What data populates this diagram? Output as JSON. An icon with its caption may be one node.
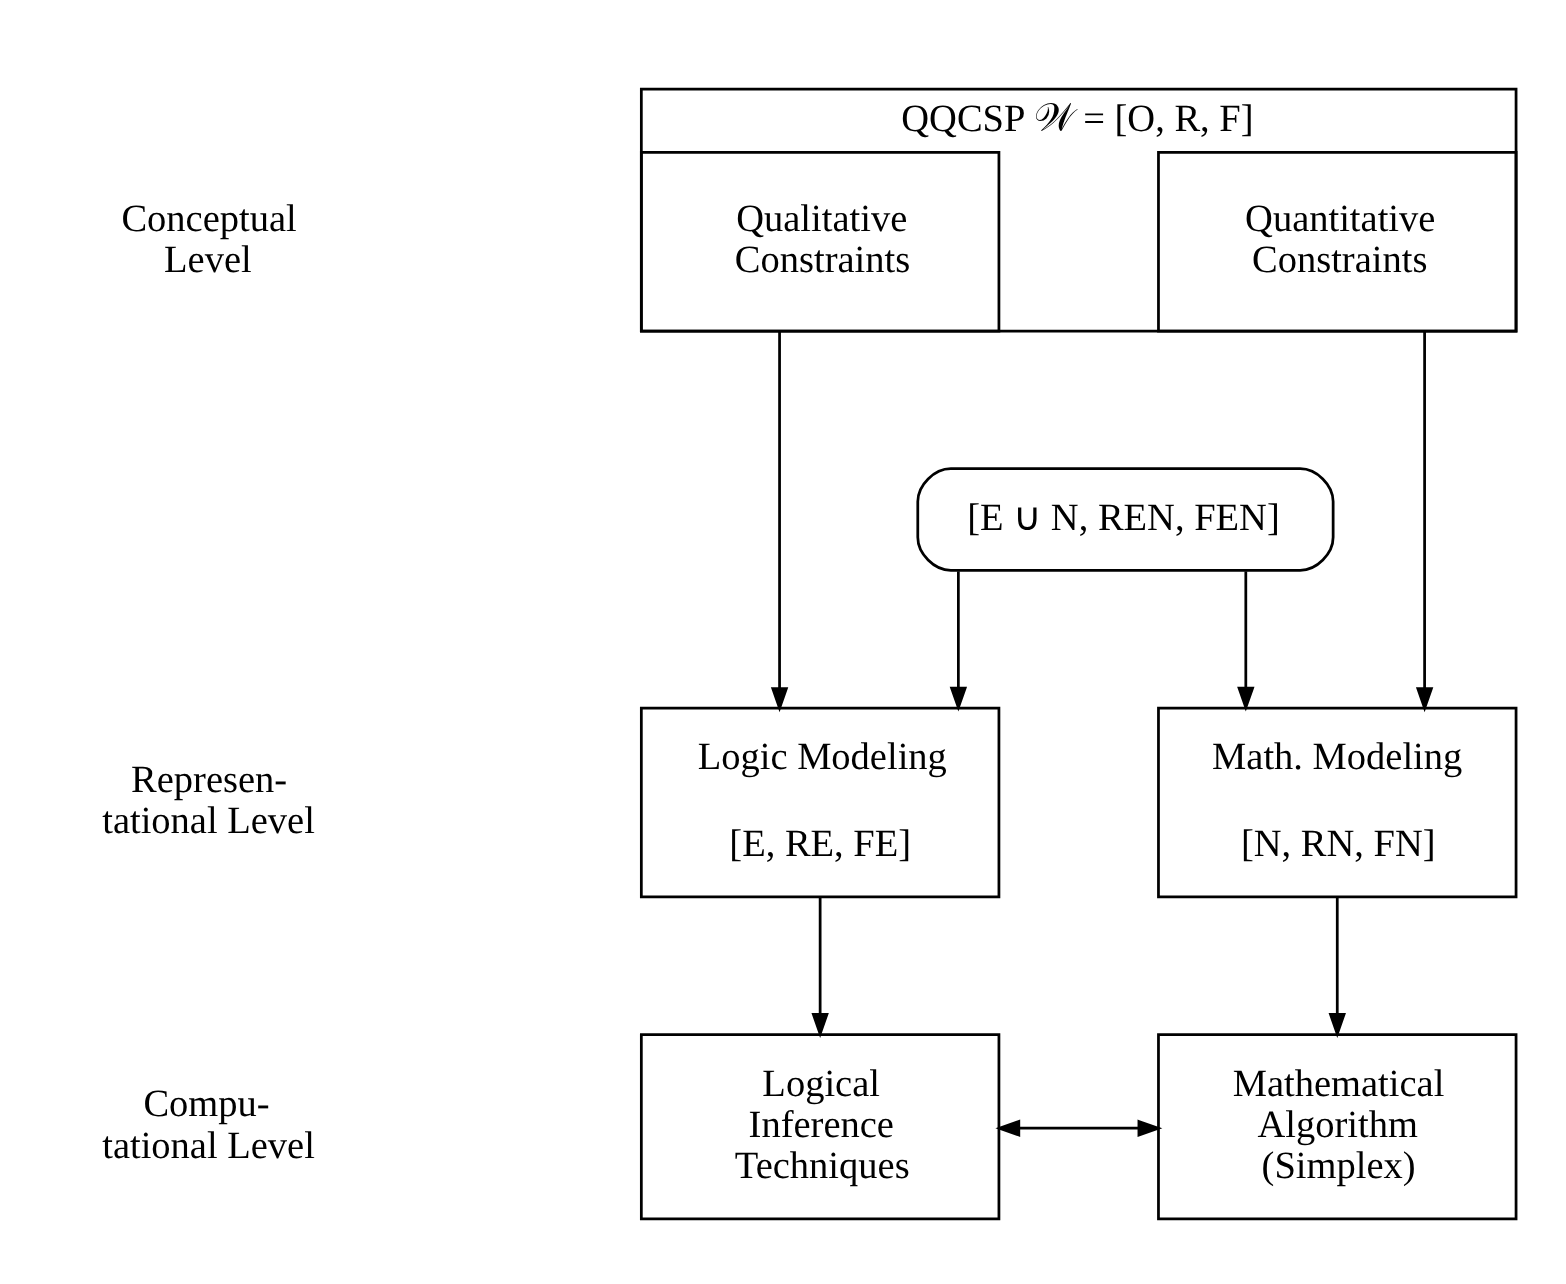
{
  "diagram": {
    "nodes": [
      {
        "text": [
          "QQCSP 𝒲 = [O, R, F]"
        ]
      },
      {
        "text": [
          "Qualitative Constraints"
        ],
        "in": 0
      },
      {
        "text": [
          "Quantitative Constraints"
        ],
        "in": 0
      },
      {
        "text": [
          "[E ∪ N, REN, FEN]"
        ]
      },
      {
        "text": [
          "Logic Modeling",
          "[E, RE, FE]"
        ]
      },
      {
        "text": [
          "Math. Modeling",
          "[N, RN, FN]"
        ]
      },
      {
        "text": [
          "Logical Inference Techniques"
        ]
      },
      {
        "text": [
          "Mathematical Algorithm (Simplex)"
        ]
      }
    ],
    "edges": [
      {
        "from": 1,
        "to": 4,
        "arrow": "to"
      },
      {
        "from": 2,
        "to": 5,
        "arrow": "to"
      },
      {
        "from": 3,
        "to": 4,
        "arrow": "to"
      },
      {
        "from": 3,
        "to": 5,
        "arrow": "to"
      },
      {
        "from": 4,
        "to": 6,
        "arrow": "to"
      },
      {
        "from": 5,
        "to": 7,
        "arrow": "to"
      },
      {
        "from": 6,
        "to": 7,
        "arrow": "both"
      }
    ],
    "labels": [
      "Conceptual Level",
      "Represen- tational Level",
      "Compu- tational Level"
    ]
  }
}
